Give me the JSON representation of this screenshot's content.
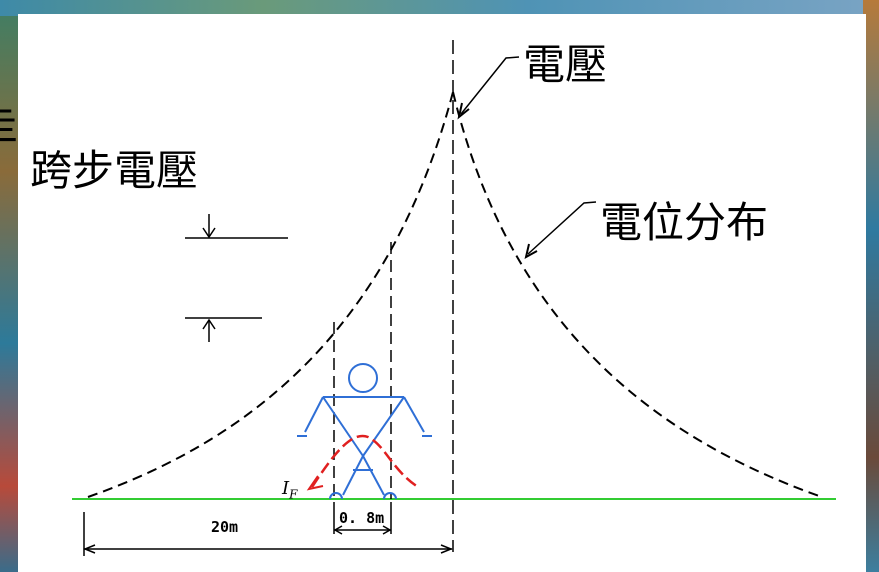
{
  "labels": {
    "voltage": "電壓",
    "step_voltage": "跨步電壓",
    "potential_distribution": "電位分布",
    "edge_fragment": "圭",
    "distance_20m": "20m",
    "distance_08m": "0. 8m",
    "fault_current": "I",
    "fault_current_sub": "F"
  },
  "colors": {
    "ground_line": "#33cc33",
    "person": "#2f6fd6",
    "current": "#e02020",
    "potential_curve": "#000000"
  }
}
